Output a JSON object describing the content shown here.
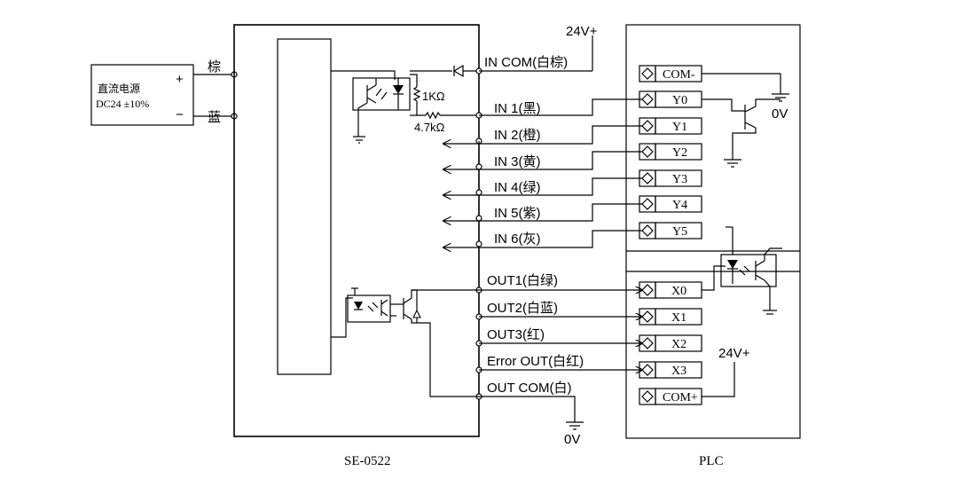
{
  "power_supply": {
    "line1": "直流电源",
    "line2": "DC24 ±10%",
    "plus": "+",
    "minus": "−"
  },
  "wire_colors": {
    "brown": "棕",
    "blue": "蓝"
  },
  "sensor": {
    "name": "SE-0522",
    "r1": "1KΩ",
    "r2": "4.7kΩ",
    "in_com": "IN COM(白棕)",
    "inputs": [
      "IN 1(黑)",
      "IN 2(橙)",
      "IN 3(黄)",
      "IN 4(绿)",
      "IN 5(紫)",
      "IN 6(灰)"
    ],
    "outputs": [
      "OUT1(白绿)",
      "OUT2(白蓝)",
      "OUT3(红)",
      "Error  OUT(白红)"
    ],
    "out_com": "OUT COM(白)"
  },
  "supply_labels": {
    "top": "24V+",
    "bottom": "0V",
    "plc_top": "24V+",
    "plc_right": "0V"
  },
  "plc": {
    "name": "PLC",
    "output_terminals": [
      "COM-",
      "Y0",
      "Y1",
      "Y2",
      "Y3",
      "Y4",
      "Y5"
    ],
    "input_terminals": [
      "X0",
      "X1",
      "X2",
      "X3",
      "COM+"
    ]
  }
}
